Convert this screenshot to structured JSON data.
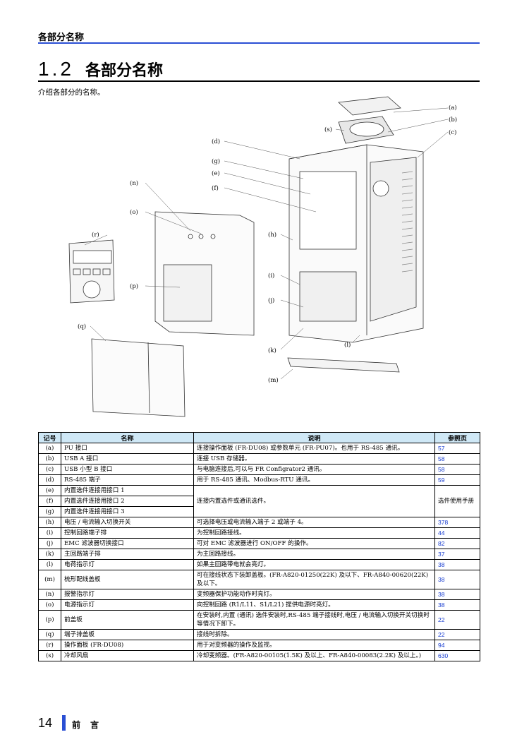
{
  "header": {
    "running_title": "各部分名称"
  },
  "section": {
    "number": "1.2",
    "title": "各部分名称",
    "intro": "介绍各部分的名称。"
  },
  "callouts": [
    "(a)",
    "(b)",
    "(c)",
    "(d)",
    "(g)",
    "(e)",
    "(f)",
    "(h)",
    "(i)",
    "(j)",
    "(k)",
    "(l)",
    "(m)",
    "(n)",
    "(o)",
    "(p)",
    "(q)",
    "(r)",
    "(s)"
  ],
  "table": {
    "headers": [
      "记号",
      "名称",
      "说明",
      "参照页"
    ],
    "rows": [
      {
        "mark": "(a)",
        "name": "PU 接口",
        "desc": "连接操作面板 (FR-DU08) 或参数单元 (FR-PU07)。也用于 RS-485 通讯。",
        "ref": "57"
      },
      {
        "mark": "(b)",
        "name": "USB A 接口",
        "desc": "连接 USB 存储器。",
        "ref": "58"
      },
      {
        "mark": "(c)",
        "name": "USB 小型 B 接口",
        "desc": "与电脑连接后,可以与 FR Configrator2 通讯。",
        "ref": "58"
      },
      {
        "mark": "(d)",
        "name": "RS-485 端子",
        "desc": "用于 RS-485 通讯、Modbus-RTU 通讯。",
        "ref": "59"
      },
      {
        "mark": "(e)",
        "name": "内置选件连接用接口 1",
        "desc": "连接内置选件或通讯选件。",
        "ref": "选件使用手册"
      },
      {
        "mark": "(f)",
        "name": "内置选件连接用接口 2"
      },
      {
        "mark": "(g)",
        "name": "内置选件连接用接口 3"
      },
      {
        "mark": "(h)",
        "name": "电压 / 电流输入切换开关",
        "desc": "可选择电压或电流输入端子 2 或端子 4。",
        "ref": "378"
      },
      {
        "mark": "(i)",
        "name": "控制回路端子排",
        "desc": "为控制回路接线。",
        "ref": "44"
      },
      {
        "mark": "(j)",
        "name": "EMC 滤波器切换接口",
        "desc": "可对 EMC 滤波器进行 ON/OFF 的操作。",
        "ref": "82"
      },
      {
        "mark": "(k)",
        "name": "主回路端子排",
        "desc": "为主回路接线。",
        "ref": "37"
      },
      {
        "mark": "(l)",
        "name": "电荷指示灯",
        "desc": "如果主回路带电就会亮灯。",
        "ref": "38"
      },
      {
        "mark": "(m)",
        "name": "梳形配线盖板",
        "desc": "可在接线状态下装卸盖板。(FR-A820-01250(22K) 及以下、FR-A840-00620(22K) 及以下。",
        "ref": "38"
      },
      {
        "mark": "(n)",
        "name": "报警指示灯",
        "desc": "变频器保护功能动作时亮灯。",
        "ref": "38"
      },
      {
        "mark": "(o)",
        "name": "电源指示灯",
        "desc": "向控制回路 (R1/L11、S1/L21) 提供电源时亮灯。",
        "ref": "38"
      },
      {
        "mark": "(p)",
        "name": "前盖板",
        "desc": "在安装时,内置 (通讯) 选件安装时,RS-485 端子接线时,电压 / 电流输入切换开关切换时等情况下卸下。",
        "ref": "22"
      },
      {
        "mark": "(q)",
        "name": "端子排盖板",
        "desc": "接线时拆除。",
        "ref": "22"
      },
      {
        "mark": "(r)",
        "name": "操作面板 (FR-DU08)",
        "desc": "用于对变频器的操作及监视。",
        "ref": "94"
      },
      {
        "mark": "(s)",
        "name": "冷却风扇",
        "desc": "冷却变频器。(FR-A820-00105(1.5K) 及以上、FR-A840-00083(2.2K) 及以上。)",
        "ref": "630"
      }
    ]
  },
  "footer": {
    "page_number": "14",
    "section_label": "前言"
  }
}
